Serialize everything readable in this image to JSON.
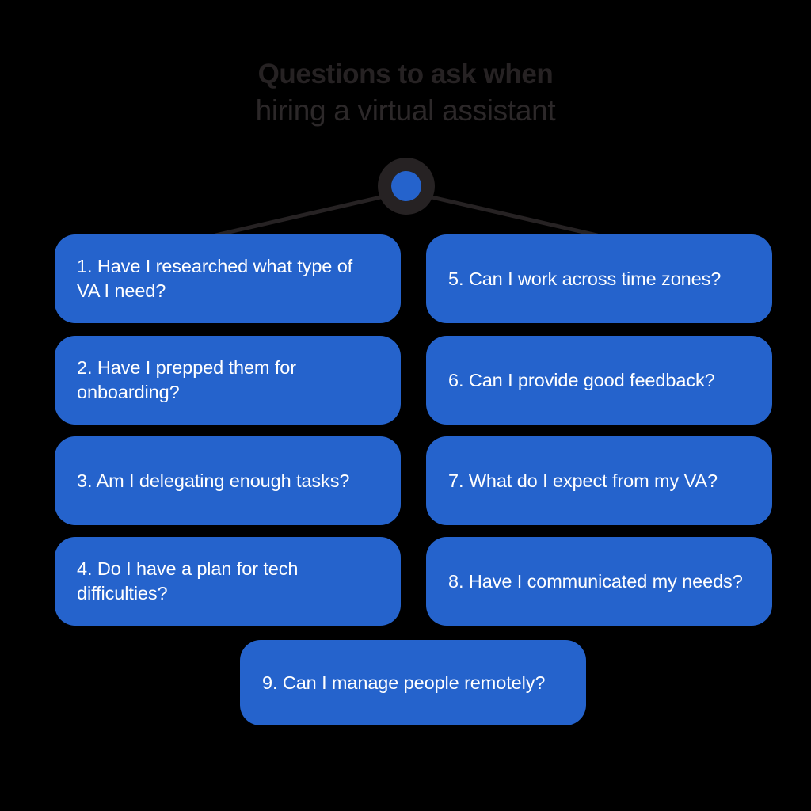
{
  "title": {
    "line1": "Questions to ask when",
    "line2": "hiring a virtual assistant"
  },
  "colors": {
    "background": "#000000",
    "card_blue": "#2563cc",
    "node_dark": "#262223",
    "title_text": "#262223",
    "card_text": "#ffffff",
    "connector_line": "#262223"
  },
  "hub": {
    "label": "central-hub-node"
  },
  "cards": {
    "left_column": [
      {
        "number": "1.",
        "text": "1. Have I researched what type of VA I need?"
      },
      {
        "number": "2.",
        "text": "2. Have I prepped them for onboarding?"
      },
      {
        "number": "3.",
        "text": "3. Am I delegating enough tasks?"
      },
      {
        "number": "4.",
        "text": "4. Do I have a plan for tech difficulties?"
      }
    ],
    "right_column": [
      {
        "number": "5.",
        "text": "5. Can I work across time zones?"
      },
      {
        "number": "6.",
        "text": "6. Can I provide good feedback?"
      },
      {
        "number": "7.",
        "text": "7. What do I expect from my VA?"
      },
      {
        "number": "8.",
        "text": "8. Have I communicated my needs?"
      }
    ],
    "bottom": {
      "number": "9.",
      "text": "9. Can I manage people remotely?"
    }
  }
}
